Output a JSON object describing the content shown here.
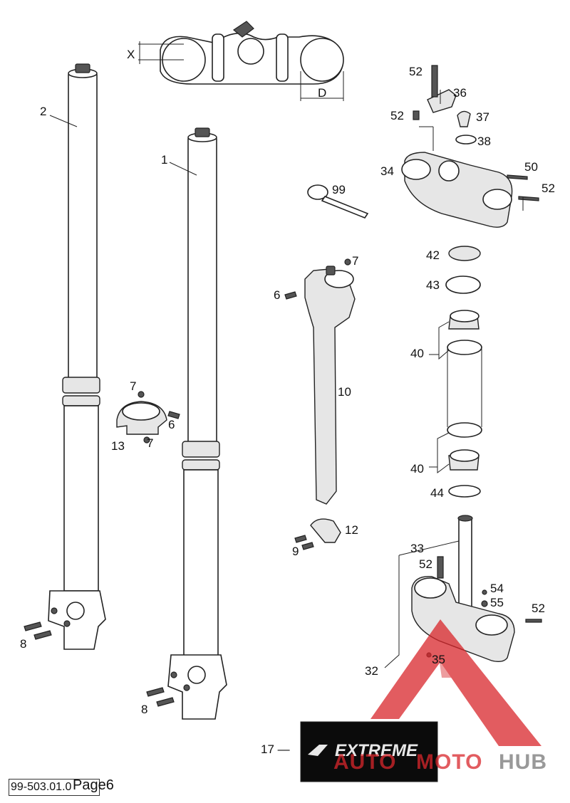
{
  "labels": {
    "p2": "2",
    "p1": "1",
    "p99": "99",
    "p7a": "7",
    "p6a": "6",
    "p10": "10",
    "p12": "12",
    "p9": "9",
    "p7b": "7",
    "p6b": "6",
    "p13": "13",
    "p7c": "7",
    "p8a": "8",
    "p8b": "8",
    "p17": "17 —",
    "p52a": "52",
    "p36": "36",
    "p52b": "52",
    "p37": "37",
    "p38": "38",
    "p34": "34",
    "p50": "50",
    "p52c": "52",
    "p42": "42",
    "p43": "43",
    "p40a": "40",
    "p40b": "40",
    "p44": "44",
    "p33": "33",
    "p52d": "52",
    "p54": "54",
    "p55": "55",
    "p52e": "52",
    "p32": "32",
    "p35": "35",
    "dimX": "X",
    "dimD": "D"
  },
  "decal_text": "EXTREME",
  "watermark": {
    "auto": "AUTO",
    "moto": "MOTO",
    "hub": "HUB",
    "color_red": "#d9262b",
    "color_gray": "#777777"
  },
  "footer": {
    "code": "99-503.01.0",
    "page": "Page6"
  }
}
